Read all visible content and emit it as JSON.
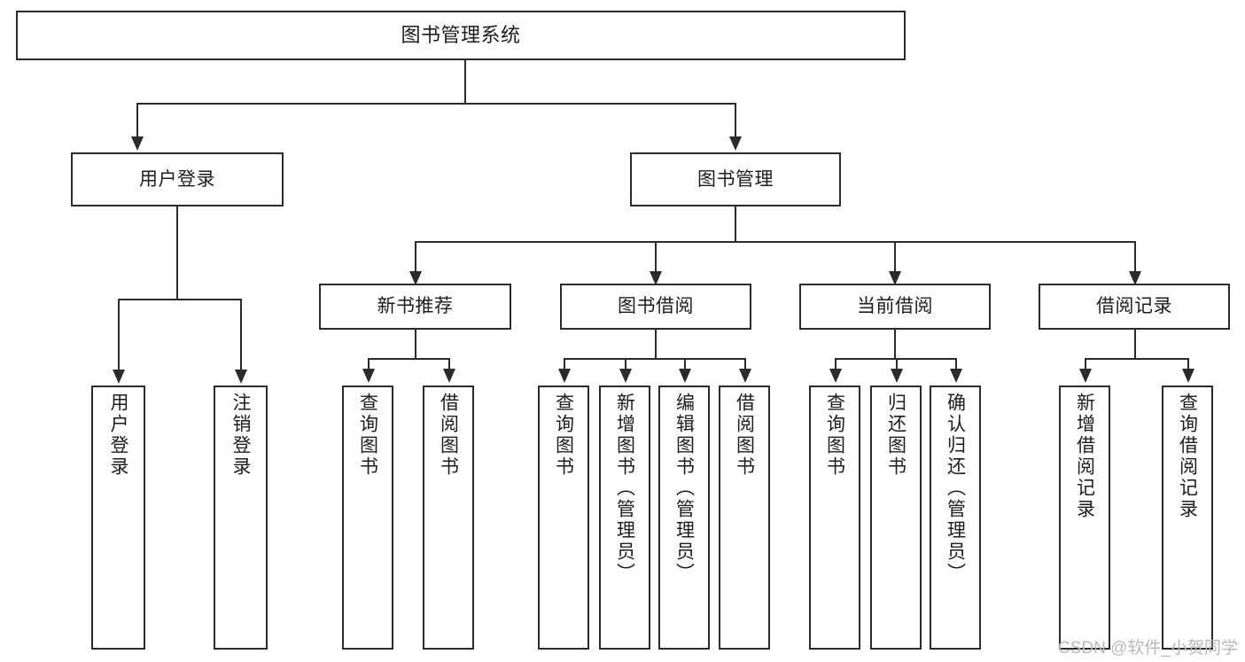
{
  "diagram": {
    "title": "图书管理系统",
    "watermark": "CSDN @软件_小贺同学",
    "colors": {
      "stroke": "#2b2b2b",
      "text": "#1d1d1d",
      "background": "#ffffff",
      "watermark": "#b9b9b9"
    },
    "root": {
      "label": "图书管理系统"
    },
    "level2": [
      {
        "label": "用户登录"
      },
      {
        "label": "图书管理"
      }
    ],
    "level3": [
      {
        "label": "新书推荐"
      },
      {
        "label": "图书借阅"
      },
      {
        "label": "当前借阅"
      },
      {
        "label": "借阅记录"
      }
    ],
    "leaves": {
      "user_login": [
        {
          "label": "用户登录"
        },
        {
          "label": "注销登录"
        }
      ],
      "new_book_recommend": [
        {
          "label": "查询图书"
        },
        {
          "label": "借阅图书"
        }
      ],
      "book_borrow": [
        {
          "label": "查询图书"
        },
        {
          "label": "新增图书（管理员）"
        },
        {
          "label": "编辑图书（管理员）"
        },
        {
          "label": "借阅图书"
        }
      ],
      "current_borrow": [
        {
          "label": "查询图书"
        },
        {
          "label": "归还图书"
        },
        {
          "label": "确认归还（管理员）"
        }
      ],
      "borrow_record": [
        {
          "label": "新增借阅记录"
        },
        {
          "label": "查询借阅记录"
        }
      ]
    }
  }
}
